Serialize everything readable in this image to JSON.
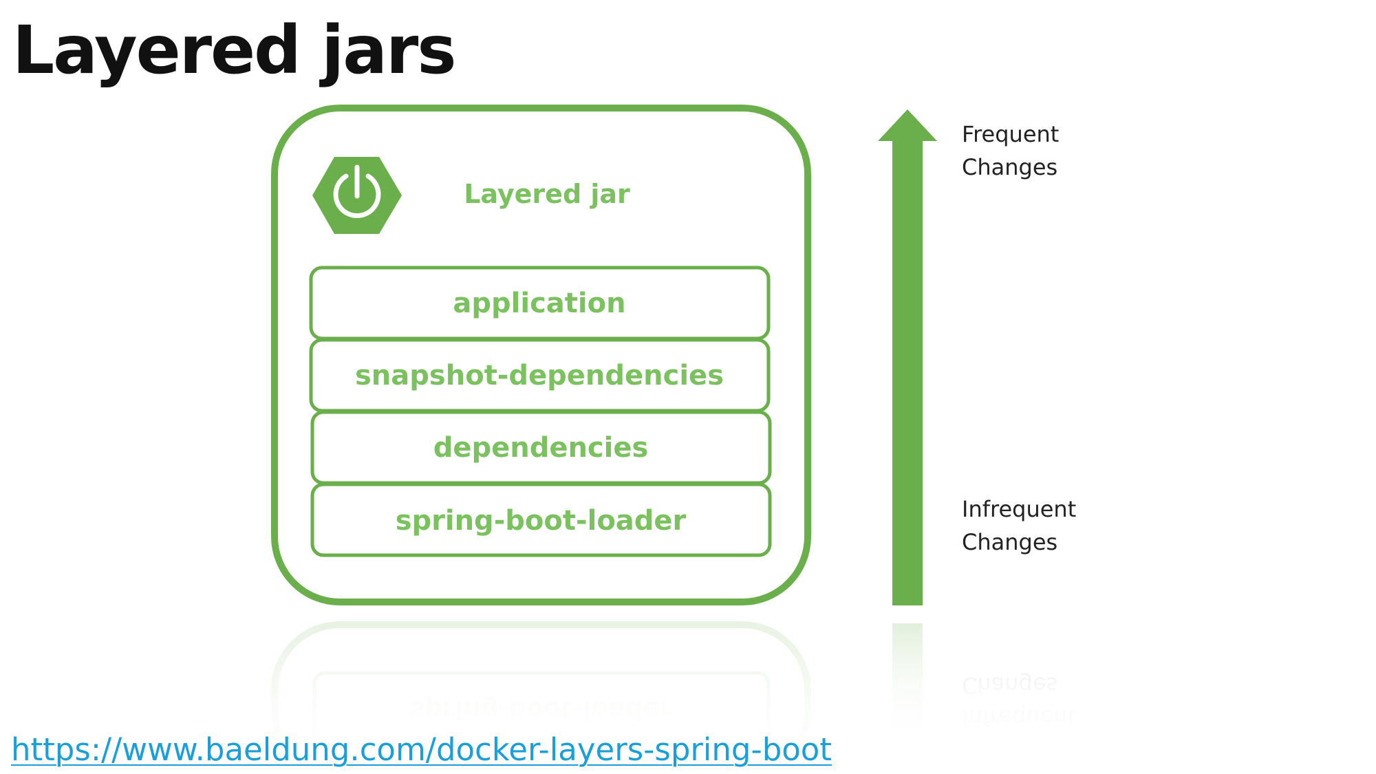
{
  "slide": {
    "title": "Layered jars"
  },
  "diagram": {
    "jar_label": "Layered jar",
    "layers": [
      "application",
      "snapshot-dependencies",
      "dependencies",
      "spring-boot-loader"
    ],
    "arrow_top": [
      "Frequent",
      "Changes"
    ],
    "arrow_bottom": [
      "Infrequent",
      "Changes"
    ],
    "colors": {
      "accent": "#6aaf4b",
      "label": "#7cc160"
    }
  },
  "footer": {
    "link": "https://www.baeldung.com/docker-layers-spring-boot"
  }
}
